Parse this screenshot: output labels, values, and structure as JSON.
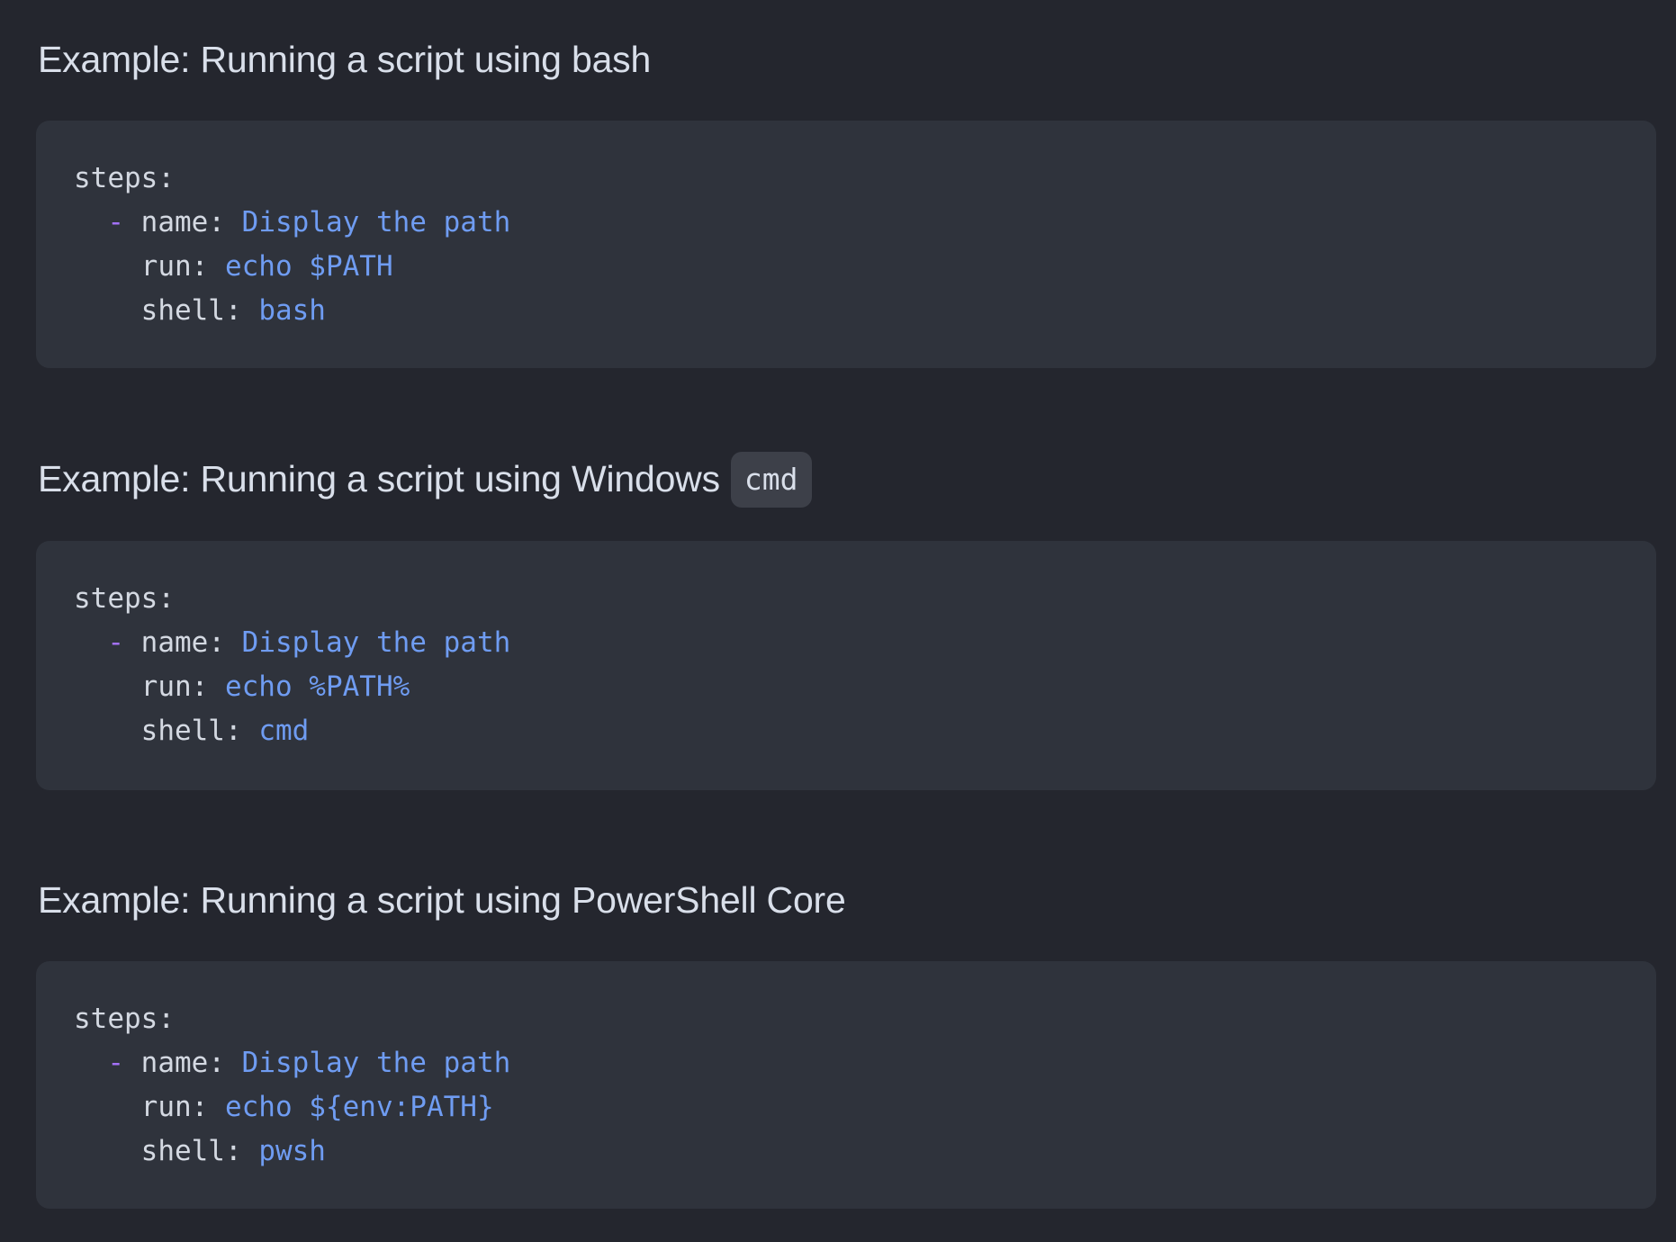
{
  "colors": {
    "page_background": "#24262e",
    "code_background": "#2f333c",
    "inline_code_background": "#3d4049",
    "heading_text": "#d9dfea",
    "code_key": "#d4d9e2",
    "code_dash": "#a371f7",
    "code_value": "#6f9cf2"
  },
  "sections": [
    {
      "heading": "Example: Running a script using bash",
      "heading_code": null,
      "code": {
        "root_key": "steps:",
        "dash": "-",
        "lines": [
          {
            "key": "name:",
            "value": "Display the path"
          },
          {
            "key": "run:",
            "value": "echo $PATH"
          },
          {
            "key": "shell:",
            "value": "bash"
          }
        ]
      }
    },
    {
      "heading": "Example: Running a script using Windows",
      "heading_code": "cmd",
      "code": {
        "root_key": "steps:",
        "dash": "-",
        "lines": [
          {
            "key": "name:",
            "value": "Display the path"
          },
          {
            "key": "run:",
            "value": "echo %PATH%"
          },
          {
            "key": "shell:",
            "value": "cmd"
          }
        ]
      }
    },
    {
      "heading": "Example: Running a script using PowerShell Core",
      "heading_code": null,
      "code": {
        "root_key": "steps:",
        "dash": "-",
        "lines": [
          {
            "key": "name:",
            "value": "Display the path"
          },
          {
            "key": "run:",
            "value": "echo ${env:PATH}"
          },
          {
            "key": "shell:",
            "value": "pwsh"
          }
        ]
      }
    }
  ]
}
